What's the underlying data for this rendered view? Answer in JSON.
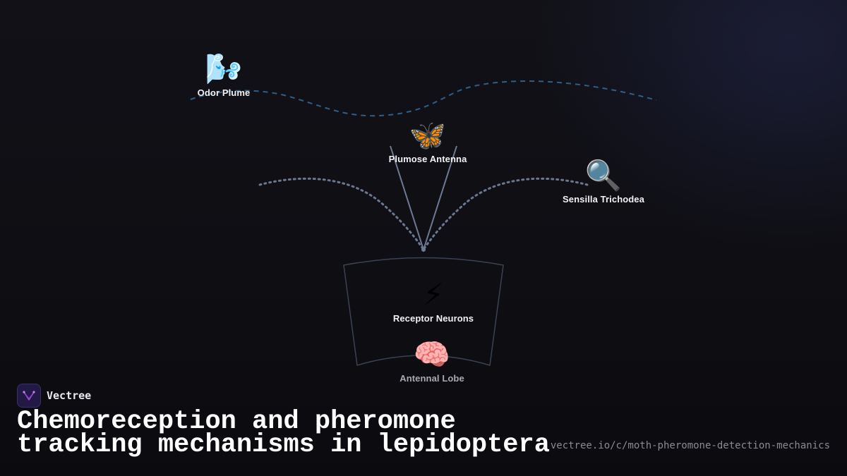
{
  "brand": {
    "name": "Vectree",
    "logo_icon": "vectree-logo-icon",
    "logo_color": "#a64ee0"
  },
  "title": "Chemoreception and pheromone tracking mechanisms in lepidoptera",
  "source_url": "vectree.io/c/moth-pheromone-detection-mechanics",
  "diagram": {
    "nodes": [
      {
        "id": "odor-plume",
        "glyph": "🌬️",
        "icon": "wind-face-icon",
        "label": "Odor Plume"
      },
      {
        "id": "plumose-antenna",
        "glyph": "🦋",
        "icon": "butterfly-icon",
        "label": "Plumose Antenna"
      },
      {
        "id": "sensilla-trichodea",
        "glyph": "🔍",
        "icon": "magnifying-glass-icon",
        "label": "Sensilla Trichodea"
      },
      {
        "id": "receptor-neurons",
        "glyph": "⚡",
        "icon": "lightning-icon",
        "label": "Receptor Neurons"
      },
      {
        "id": "antennal-lobe",
        "glyph": "🧠",
        "icon": "brain-icon",
        "label": "Antennal Lobe"
      }
    ],
    "colors": {
      "plume_path": "#2f5f86",
      "dotted_paths": "#6b7890",
      "antenna_lines": "#6e7a93",
      "funnel_outline": "#3a4254",
      "background": "#0e0e13"
    }
  }
}
